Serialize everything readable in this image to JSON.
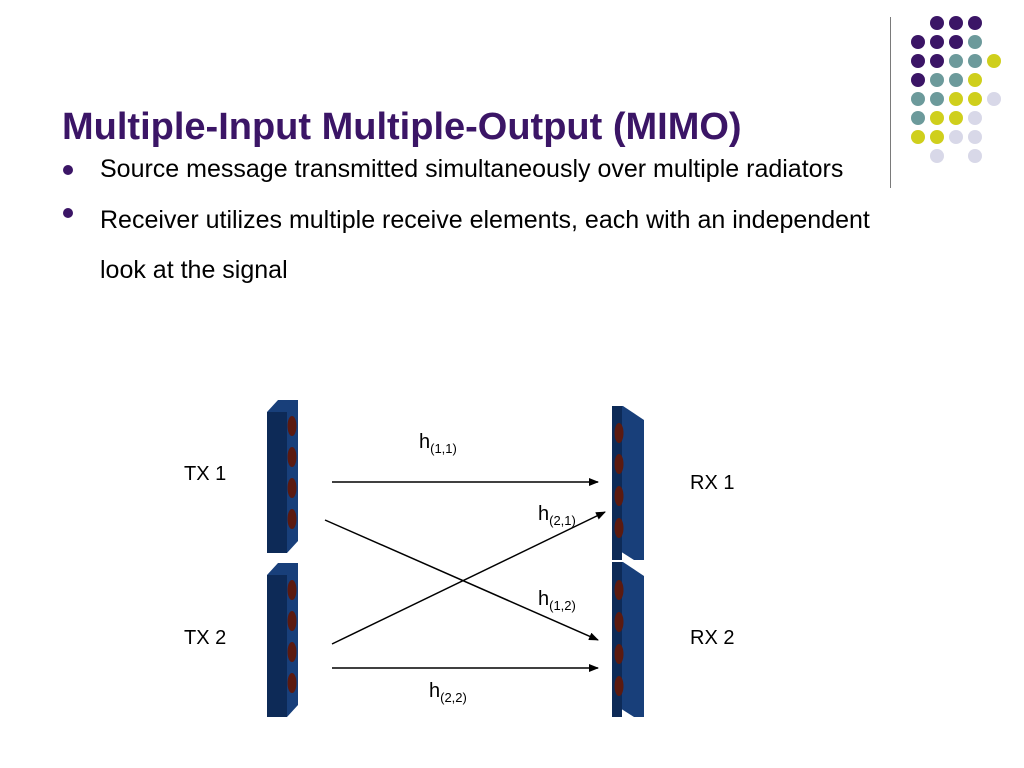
{
  "slide": {
    "title": "Multiple-Input Multiple-Output (MIMO)",
    "bullets": [
      "Source message transmitted simultaneously over multiple radiators",
      "Receiver utilizes multiple receive elements, each with an independent look at the signal"
    ]
  },
  "diagram": {
    "tx_labels": [
      "TX 1",
      "TX 2"
    ],
    "rx_labels": [
      "RX 1",
      "RX 2"
    ],
    "channels": [
      {
        "h": "h",
        "sub": "(1,1)"
      },
      {
        "h": "h",
        "sub": "(2,1)"
      },
      {
        "h": "h",
        "sub": "(1,2)"
      },
      {
        "h": "h",
        "sub": "(2,2)"
      }
    ]
  },
  "colors": {
    "title": "#3b1566",
    "dot_purple": "#3b1566",
    "dot_teal": "#6c9a9b",
    "dot_yellow": "#cfcf1c",
    "dot_lavender": "#d8d8e8",
    "antenna_face": "#0d2a57",
    "antenna_side": "#183f7a",
    "antenna_element": "#5b1a10"
  }
}
